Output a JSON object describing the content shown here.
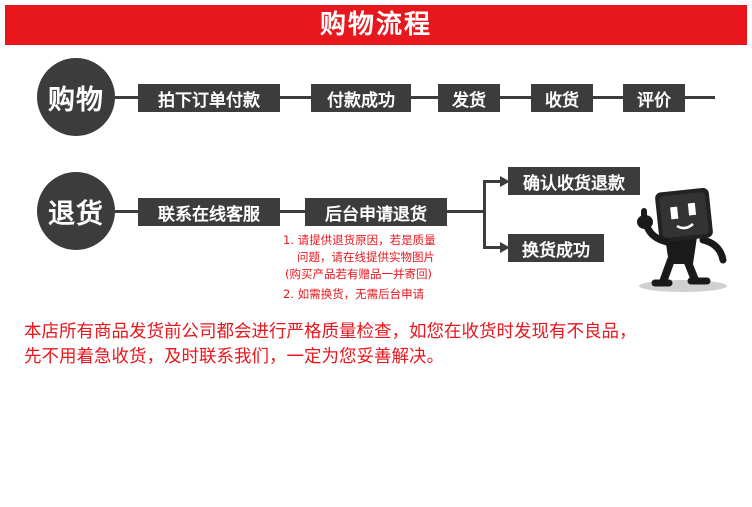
{
  "title": "购物流程",
  "purchase": {
    "label": "购物",
    "steps": [
      "拍下订单付款",
      "付款成功",
      "发货",
      "收货",
      "评价"
    ]
  },
  "returns": {
    "label": "退货",
    "steps": [
      "联系在线客服",
      "后台申请退货"
    ],
    "branches": [
      "确认收货退款",
      "换货成功"
    ],
    "notes": [
      "1. 请提供退货原因，若是质量",
      "问题，请在线提供实物图片",
      "(购买产品若有赠品一并寄回)",
      "2. 如需换货，无需后台申请"
    ]
  },
  "notice": [
    "本店所有商品发货前公司都会进行严格质量检查，如您在收货时发现有不良品，",
    "先不用着急收货，及时联系我们，一定为您妥善解决。"
  ],
  "mascot": "mascot-figure",
  "colors": {
    "accent": "#e8161d",
    "dark": "#3c3c3c"
  }
}
